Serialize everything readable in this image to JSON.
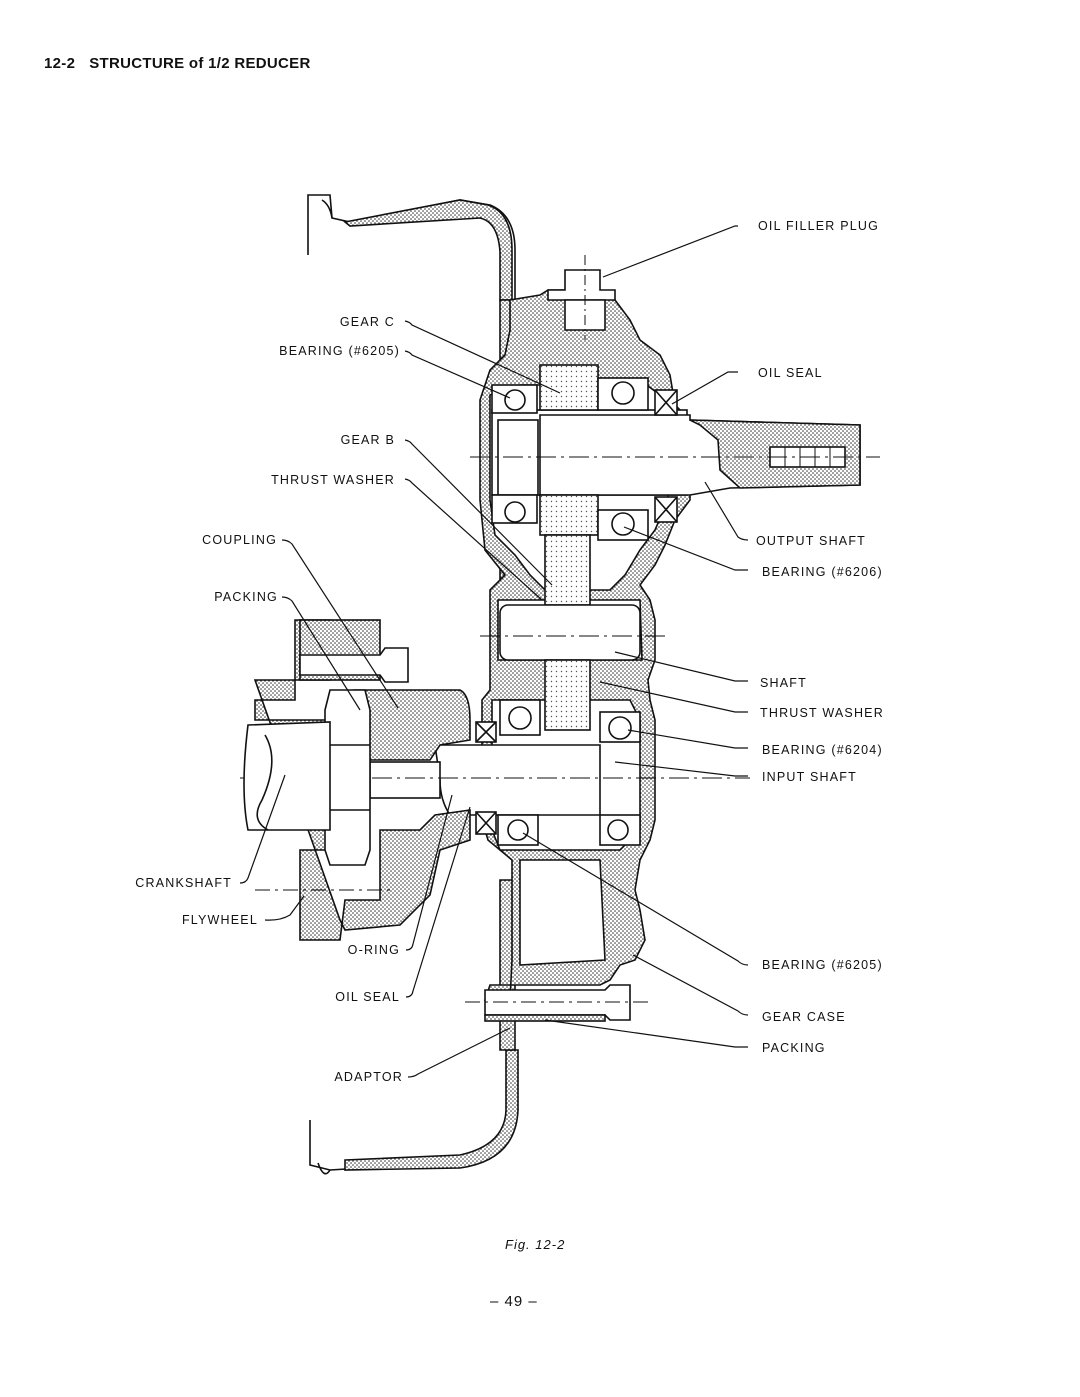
{
  "heading": {
    "number": "12-2",
    "title": "STRUCTURE of 1/2 REDUCER"
  },
  "labels": {
    "oil_filler_plug": "OIL FILLER PLUG",
    "gear_c": "GEAR C",
    "bearing_6205_top": "BEARING (#6205)",
    "oil_seal_right": "OIL SEAL",
    "gear_b": "GEAR B",
    "thrust_washer_left": "THRUST WASHER",
    "coupling": "COUPLING",
    "output_shaft": "OUTPUT SHAFT",
    "bearing_6206": "BEARING (#6206)",
    "packing_left": "PACKING",
    "shaft": "SHAFT",
    "thrust_washer_right": "THRUST WASHER",
    "bearing_6204": "BEARING (#6204)",
    "input_shaft": "INPUT SHAFT",
    "crankshaft": "CRANKSHAFT",
    "flywheel": "FLYWHEEL",
    "bearing_6205_bottom": "BEARING (#6205)",
    "o_ring": "O-RING",
    "gear_case": "GEAR CASE",
    "oil_seal_left": "OIL SEAL",
    "packing_right": "PACKING",
    "adaptor": "ADAPTOR"
  },
  "caption": "Fig. 12-2",
  "page_number": "– 49 –"
}
